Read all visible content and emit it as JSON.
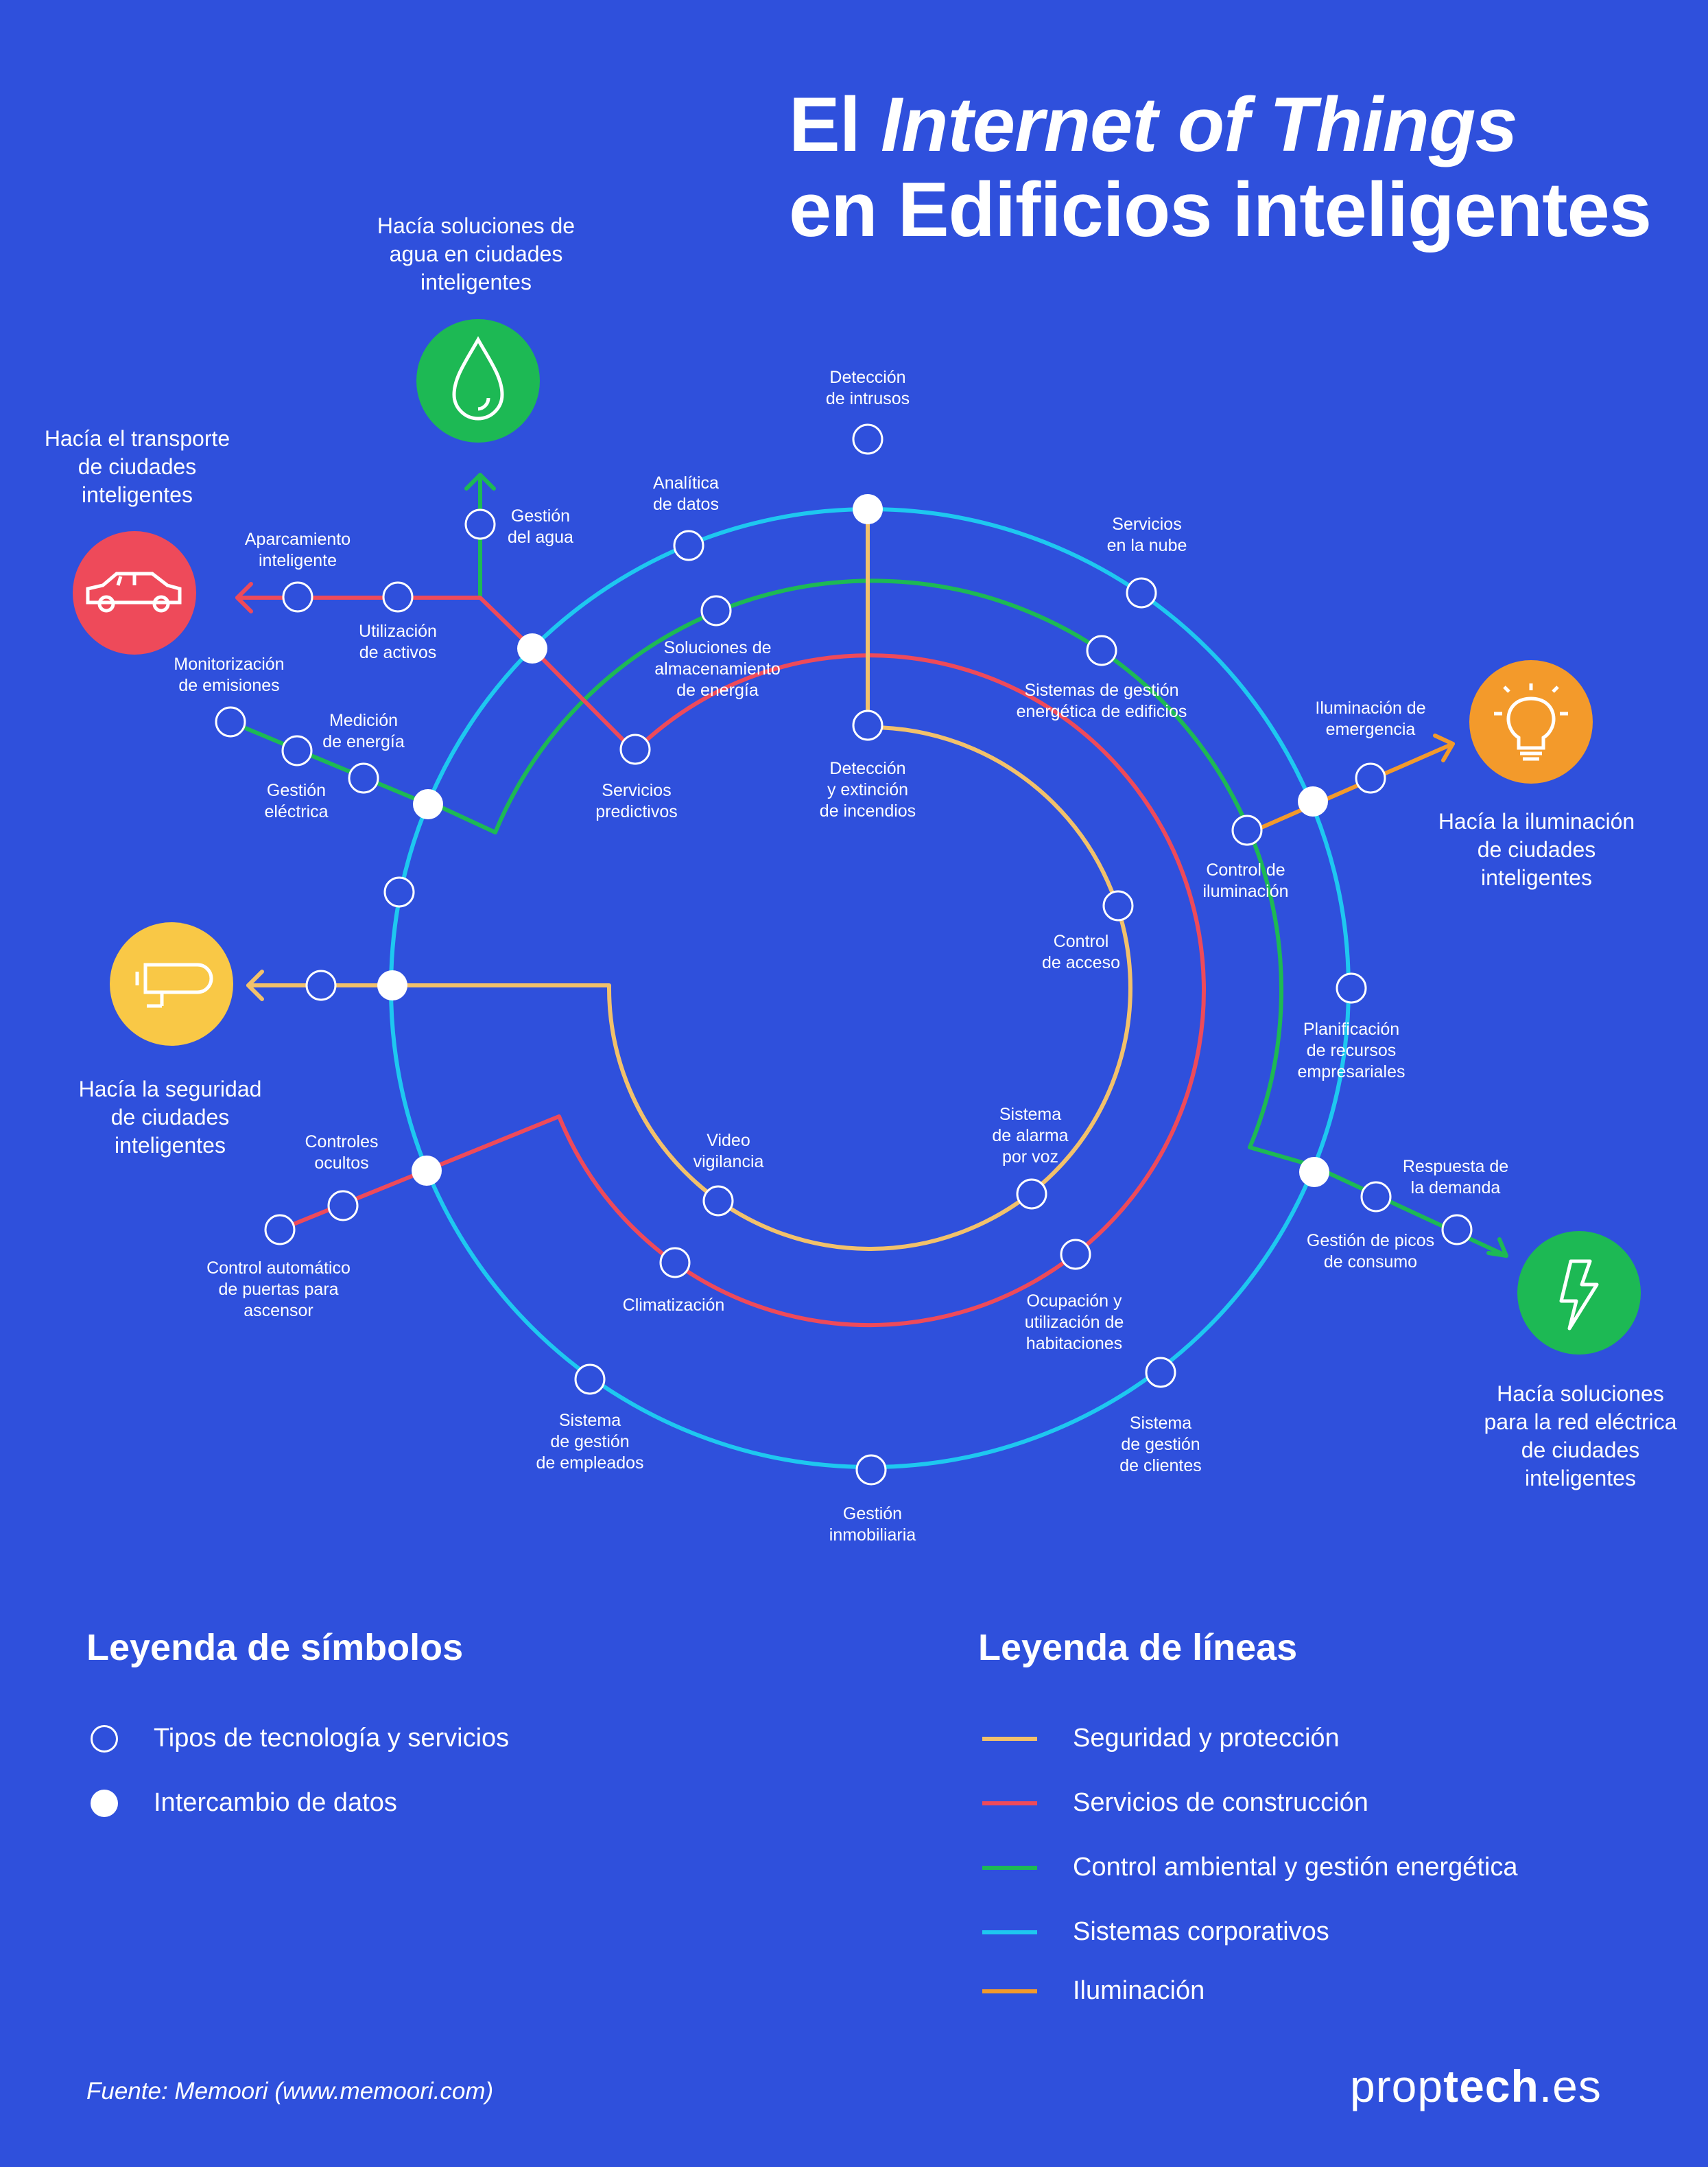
{
  "title": {
    "prefix": "El ",
    "italic": "Internet of Things",
    "line2": "en Edificios inteligentes"
  },
  "colors": {
    "background": "#2f50dc",
    "security": "#f2c16b",
    "construction": "#ee4a5a",
    "environment": "#1db954",
    "corporate": "#1ec8f0",
    "lighting": "#f39a2b"
  },
  "destinations": [
    {
      "id": "water",
      "icon": "water-drop-icon",
      "color": "#1db954",
      "lines": [
        "Hacía soluciones de",
        "agua en ciudades",
        "inteligentes"
      ]
    },
    {
      "id": "transport",
      "icon": "car-icon",
      "color": "#ee4a5a",
      "lines": [
        "Hacía el transporte",
        "de ciudades",
        "inteligentes"
      ]
    },
    {
      "id": "lighting",
      "icon": "lightbulb-icon",
      "color": "#f39a2b",
      "lines": [
        "Hacía la iluminación",
        "de ciudades",
        "inteligentes"
      ]
    },
    {
      "id": "security",
      "icon": "camera-icon",
      "color": "#f9c846",
      "lines": [
        "Hacía la seguridad",
        "de ciudades",
        "inteligentes"
      ]
    },
    {
      "id": "grid",
      "icon": "lightning-icon",
      "color": "#1db954",
      "lines": [
        "Hacía soluciones",
        "para la red eléctrica",
        "de ciudades",
        "inteligentes"
      ]
    }
  ],
  "nodes": [
    {
      "id": "intrusos",
      "lines": [
        "Detección",
        "de intrusos"
      ]
    },
    {
      "id": "analitica",
      "lines": [
        "Analítica",
        "de datos"
      ]
    },
    {
      "id": "nube",
      "lines": [
        "Servicios",
        "en la nube"
      ]
    },
    {
      "id": "gestion-agua",
      "lines": [
        "Gestión",
        "del agua"
      ]
    },
    {
      "id": "aparcamiento",
      "lines": [
        "Aparcamiento",
        "inteligente"
      ]
    },
    {
      "id": "activos",
      "lines": [
        "Utilización",
        "de activos"
      ]
    },
    {
      "id": "almacenamiento",
      "lines": [
        "Soluciones de",
        "almacenamiento",
        "de energía"
      ]
    },
    {
      "id": "gestion-edificios",
      "lines": [
        "Sistemas de gestión",
        "energética de edificios"
      ]
    },
    {
      "id": "emisiones",
      "lines": [
        "Monitorización",
        "de emisiones"
      ]
    },
    {
      "id": "medicion",
      "lines": [
        "Medición",
        "de energía"
      ]
    },
    {
      "id": "electrica",
      "lines": [
        "Gestión",
        "eléctrica"
      ]
    },
    {
      "id": "predictivos",
      "lines": [
        "Servicios",
        "predictivos"
      ]
    },
    {
      "id": "incendios",
      "lines": [
        "Detección",
        "y extinción",
        "de incendios"
      ]
    },
    {
      "id": "ilum-emergencia",
      "lines": [
        "Iluminación de",
        "emergencia"
      ]
    },
    {
      "id": "control-ilum",
      "lines": [
        "Control de",
        "iluminación"
      ]
    },
    {
      "id": "control-acceso",
      "lines": [
        "Control",
        "de acceso"
      ]
    },
    {
      "id": "recursos",
      "lines": [
        "Planificación",
        "de recursos",
        "empresariales"
      ]
    },
    {
      "id": "video",
      "lines": [
        "Video",
        "vigilancia"
      ]
    },
    {
      "id": "alarma",
      "lines": [
        "Sistema",
        "de alarma",
        "por voz"
      ]
    },
    {
      "id": "demanda",
      "lines": [
        "Respuesta de",
        "la demanda"
      ]
    },
    {
      "id": "picos",
      "lines": [
        "Gestión de picos",
        "de consumo"
      ]
    },
    {
      "id": "ocultos",
      "lines": [
        "Controles",
        "ocultos"
      ]
    },
    {
      "id": "puertas",
      "lines": [
        "Control automático",
        "de puertas para",
        "ascensor"
      ]
    },
    {
      "id": "climatizacion",
      "lines": [
        "Climatización"
      ]
    },
    {
      "id": "ocupacion",
      "lines": [
        "Ocupación y",
        "utilización de",
        "habitaciones"
      ]
    },
    {
      "id": "empleados",
      "lines": [
        "Sistema",
        "de gestión",
        "de empleados"
      ]
    },
    {
      "id": "clientes",
      "lines": [
        "Sistema",
        "de gestión",
        "de clientes"
      ]
    },
    {
      "id": "inmobiliaria",
      "lines": [
        "Gestión",
        "inmobiliaria"
      ]
    }
  ],
  "legend_symbols": {
    "title": "Leyenda de símbolos",
    "items": [
      "Tipos de tecnología y servicios",
      "Intercambio de datos"
    ]
  },
  "legend_lines": {
    "title": "Leyenda de líneas",
    "items": [
      {
        "label": "Seguridad y protección",
        "color": "#f2c16b"
      },
      {
        "label": "Servicios de construcción",
        "color": "#ee4a5a"
      },
      {
        "label": "Control ambiental y gestión energética",
        "color": "#1db954"
      },
      {
        "label": "Sistemas corporativos",
        "color": "#1ec8f0"
      },
      {
        "label": "Iluminación",
        "color": "#f39a2b"
      }
    ]
  },
  "footer": {
    "source": "Fuente:  Memoori (www.memoori.com)",
    "brand_a": "prop",
    "brand_b": "tech",
    "brand_c": ".es"
  }
}
